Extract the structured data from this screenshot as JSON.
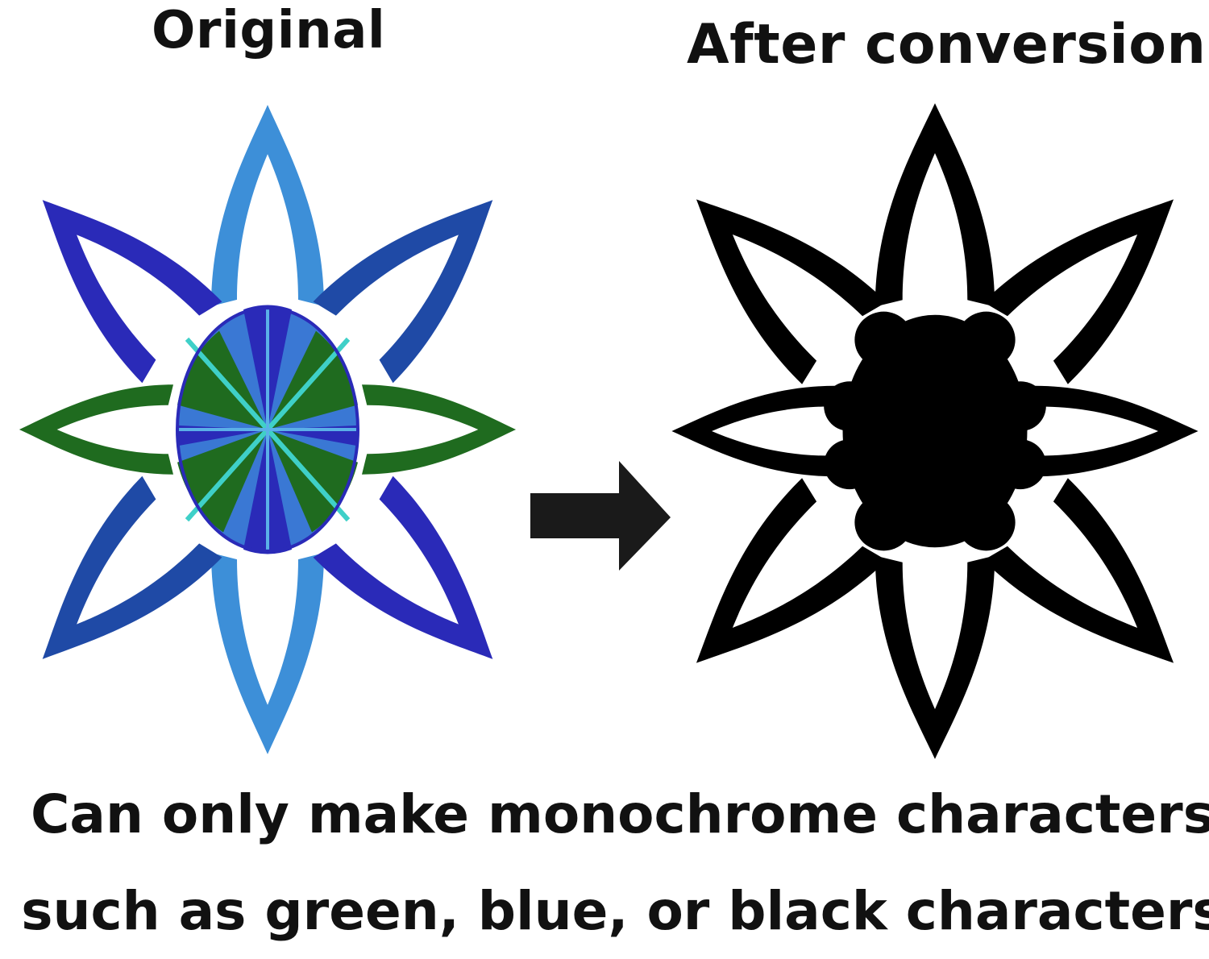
{
  "titles": {
    "original": "Original",
    "after": "After conversion"
  },
  "caption": {
    "line1": "Can only make monochrome characters",
    "line2": "such as green, blue, or black characters"
  },
  "colors": {
    "light_blue": "#3d8fd8",
    "indigo": "#2a2ab8",
    "navy": "#1f4aa6",
    "green": "#1f6b1f",
    "black": "#000000",
    "arrow": "#1a1a1a"
  },
  "icons": {
    "original": "colored-flower-icon",
    "converted": "monochrome-flower-icon",
    "arrow": "right-arrow-icon"
  }
}
